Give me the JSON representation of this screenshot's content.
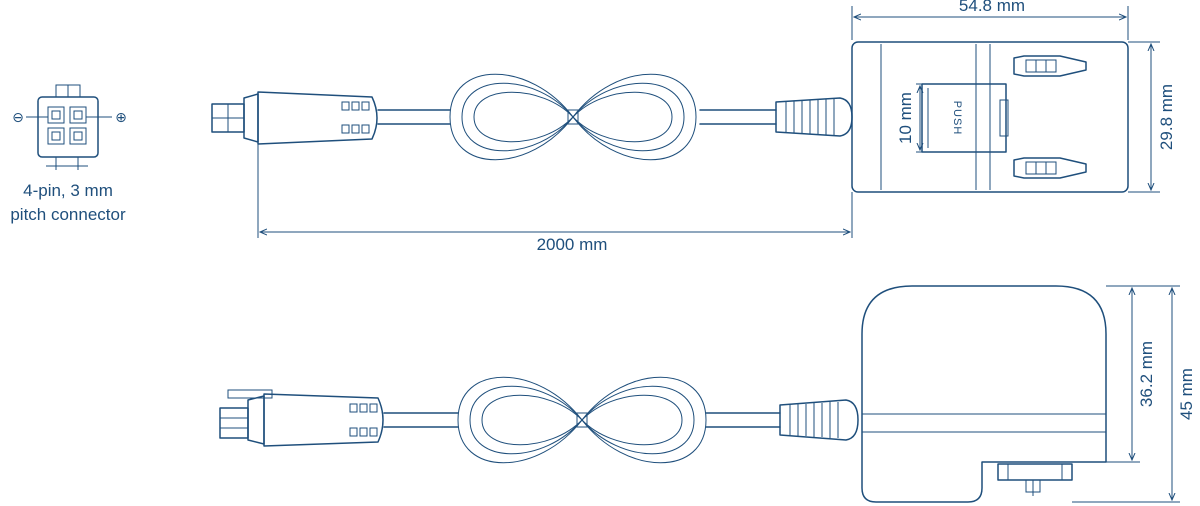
{
  "colors": {
    "line": "#1f4f7c",
    "background": "#ffffff"
  },
  "connector": {
    "label_line1": "4-pin, 3 mm",
    "label_line2": "pitch connector",
    "minus_symbol": "⊖",
    "plus_symbol": "⊕"
  },
  "top_view": {
    "width_label": "54.8 mm",
    "height_label": "29.8 mm",
    "cable_label": "2000 mm",
    "prong_label": "10 mm",
    "push_label": "PUSH"
  },
  "side_view": {
    "body_height_label": "36.2 mm",
    "total_height_label": "45 mm"
  }
}
